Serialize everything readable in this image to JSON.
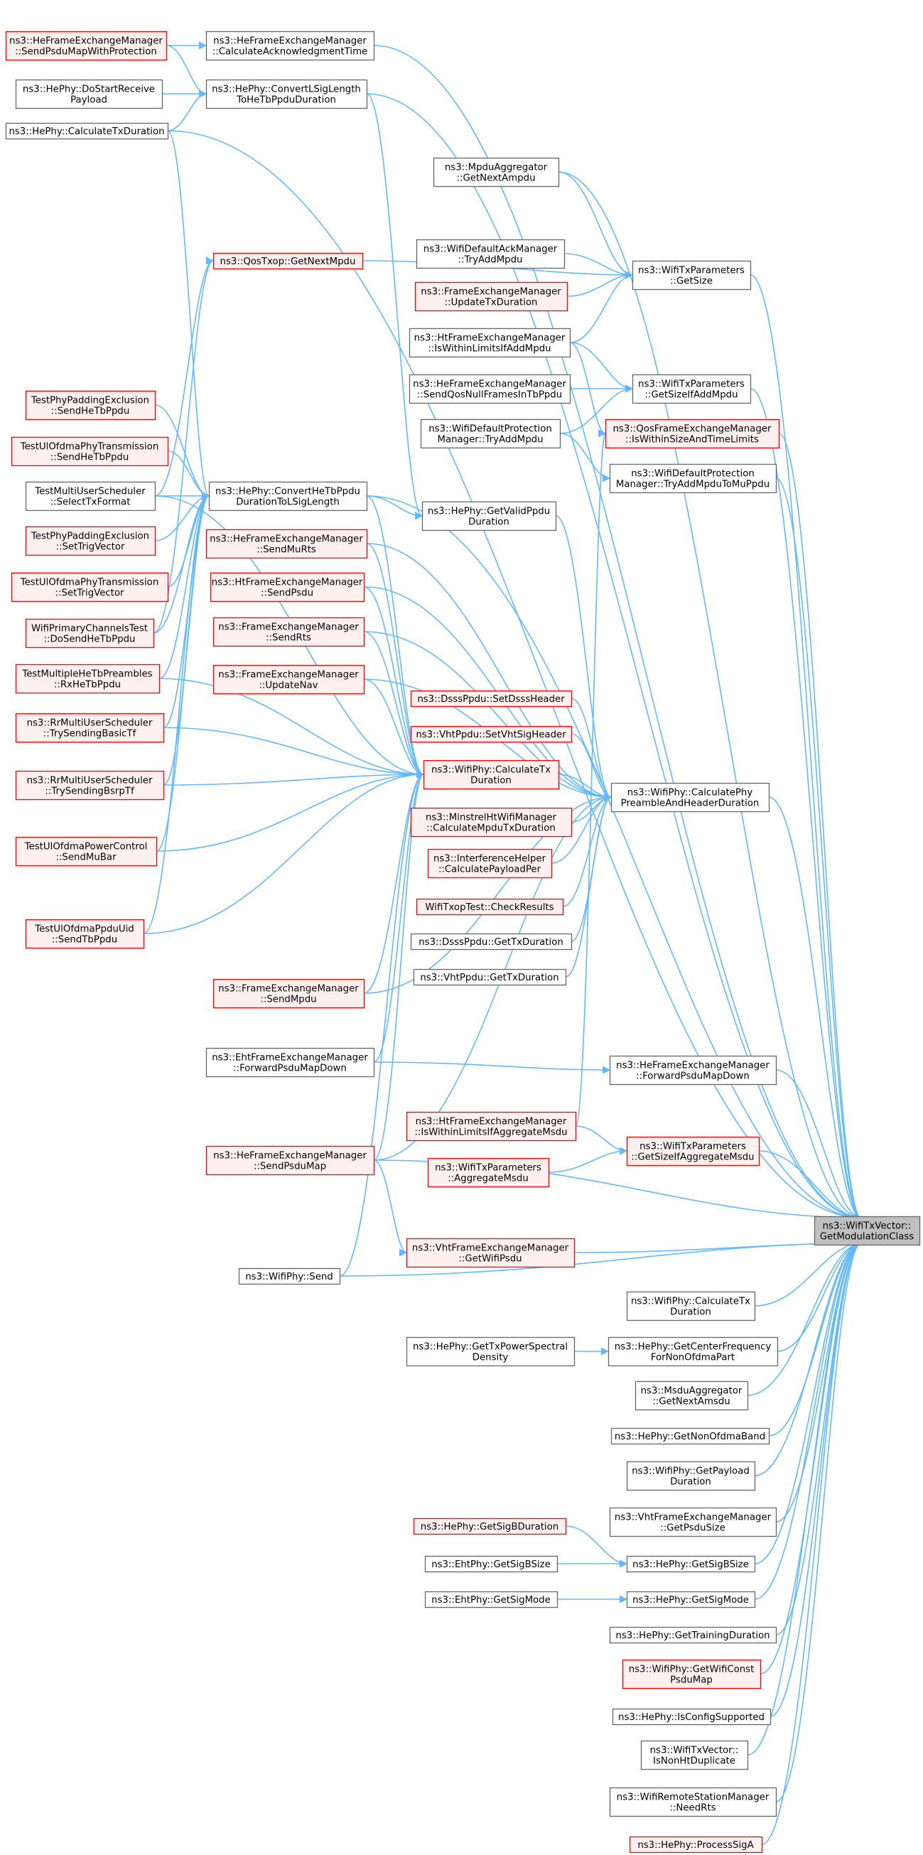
{
  "colors": {
    "edge": "#63b8ff",
    "normal_border": "#666666",
    "normal_fill": "#ffffff",
    "red_border": "#ff0000",
    "red_fill": "#fff0f0",
    "root_border": "#666666",
    "root_fill": "#bfbfbf"
  },
  "diagram": {
    "root": "root",
    "nodes": [
      {
        "id": "root",
        "lines": [
          "ns3::WifiTxVector::",
          "GetModulationClass"
        ],
        "style": "root"
      },
      {
        "id": "hfemSendPsduMapWP",
        "lines": [
          "ns3::HeFrameExchangeManager",
          "::SendPsduMapWithProtection"
        ],
        "style": "red"
      },
      {
        "id": "hfemCalcAck",
        "lines": [
          "ns3::HeFrameExchangeManager",
          "::CalculateAcknowledgmentTime"
        ],
        "style": "normal"
      },
      {
        "id": "hePhyDoStart",
        "lines": [
          "ns3::HePhy::DoStartReceive",
          "Payload"
        ],
        "style": "normal"
      },
      {
        "id": "hePhyConvL",
        "lines": [
          "ns3::HePhy::ConvertLSigLength",
          "ToHeTbPpduDuration"
        ],
        "style": "normal"
      },
      {
        "id": "hePhyCalcTx",
        "lines": [
          "ns3::HePhy::CalculateTxDuration"
        ],
        "style": "normal"
      },
      {
        "id": "mpduAggNext",
        "lines": [
          "ns3::MpduAggregator",
          "::GetNextAmpdu"
        ],
        "style": "normal"
      },
      {
        "id": "qosGetNext",
        "lines": [
          "ns3::QosTxop::GetNextMpdu"
        ],
        "style": "red"
      },
      {
        "id": "wdamTryAdd",
        "lines": [
          "ns3::WifiDefaultAckManager",
          "::TryAddMpdu"
        ],
        "style": "normal"
      },
      {
        "id": "wtpGetSize",
        "lines": [
          "ns3::WifiTxParameters",
          "::GetSize"
        ],
        "style": "normal"
      },
      {
        "id": "femUpdateTx",
        "lines": [
          "ns3::FrameExchangeManager",
          "::UpdateTxDuration"
        ],
        "style": "red"
      },
      {
        "id": "htfemWithin",
        "lines": [
          "ns3::HtFrameExchangeManager",
          "::IsWithinLimitsIfAddMpdu"
        ],
        "style": "normal"
      },
      {
        "id": "hfemSendQos",
        "lines": [
          "ns3::HeFrameExchangeManager",
          "::SendQosNullFramesInTbPpdu"
        ],
        "style": "normal"
      },
      {
        "id": "wtpSizeIfAdd",
        "lines": [
          "ns3::WifiTxParameters",
          "::GetSizeIfAddMpdu"
        ],
        "style": "normal"
      },
      {
        "id": "wdpmTryAdd",
        "lines": [
          "ns3::WifiDefaultProtection",
          "Manager::TryAddMpdu"
        ],
        "style": "normal"
      },
      {
        "id": "qfemWithin",
        "lines": [
          "ns3::QosFrameExchangeManager",
          "::IsWithinSizeAndTimeLimits"
        ],
        "style": "red"
      },
      {
        "id": "wdpmTryAddMu",
        "lines": [
          "ns3::WifiDefaultProtection",
          "Manager::TryAddMpduToMuPpdu"
        ],
        "style": "normal"
      },
      {
        "id": "tppeSendHeTb",
        "lines": [
          "TestPhyPaddingExclusion",
          "::SendHeTbPpdu"
        ],
        "style": "red"
      },
      {
        "id": "tuoptSendHeTb",
        "lines": [
          "TestUlOfdmaPhyTransmission",
          "::SendHeTbPpdu"
        ],
        "style": "red"
      },
      {
        "id": "tmusSelect",
        "lines": [
          "TestMultiUserScheduler",
          "::SelectTxFormat"
        ],
        "style": "normal"
      },
      {
        "id": "hePhyConvHeTb",
        "lines": [
          "ns3::HePhy::ConvertHeTbPpdu",
          "DurationToLSigLength"
        ],
        "style": "normal"
      },
      {
        "id": "hePhyValid",
        "lines": [
          "ns3::HePhy::GetValidPpdu",
          "Duration"
        ],
        "style": "normal"
      },
      {
        "id": "tppeSetTrig",
        "lines": [
          "TestPhyPaddingExclusion",
          "::SetTrigVector"
        ],
        "style": "red"
      },
      {
        "id": "hfemSendMuRts",
        "lines": [
          "ns3::HeFrameExchangeManager",
          "::SendMuRts"
        ],
        "style": "red"
      },
      {
        "id": "tuoptSetTrig",
        "lines": [
          "TestUlOfdmaPhyTransmission",
          "::SetTrigVector"
        ],
        "style": "red"
      },
      {
        "id": "htfemSendPsdu",
        "lines": [
          "ns3::HtFrameExchangeManager",
          "::SendPsdu"
        ],
        "style": "red"
      },
      {
        "id": "wpctDoSend",
        "lines": [
          "WifiPrimaryChannelsTest",
          "::DoSendHeTbPpdu"
        ],
        "style": "red"
      },
      {
        "id": "femSendRts",
        "lines": [
          "ns3::FrameExchangeManager",
          "::SendRts"
        ],
        "style": "red"
      },
      {
        "id": "tmhtpRx",
        "lines": [
          "TestMultipleHeTbPreambles",
          "::RxHeTbPpdu"
        ],
        "style": "red"
      },
      {
        "id": "femUpdateNav",
        "lines": [
          "ns3::FrameExchangeManager",
          "::UpdateNav"
        ],
        "style": "red"
      },
      {
        "id": "dsssSetHeader",
        "lines": [
          "ns3::DsssPpdu::SetDsssHeader"
        ],
        "style": "red"
      },
      {
        "id": "rrTryBasic",
        "lines": [
          "ns3::RrMultiUserScheduler",
          "::TrySendingBasicTf"
        ],
        "style": "red"
      },
      {
        "id": "vhtSetHeader",
        "lines": [
          "ns3::VhtPpdu::SetVhtSigHeader"
        ],
        "style": "red"
      },
      {
        "id": "wifiPhyCalcTx",
        "lines": [
          "ns3::WifiPhy::CalculateTx",
          "Duration"
        ],
        "style": "red"
      },
      {
        "id": "wifiPhyCalcPre",
        "lines": [
          "ns3::WifiPhy::CalculatePhy",
          "PreambleAndHeaderDuration"
        ],
        "style": "normal"
      },
      {
        "id": "rrTryBsrp",
        "lines": [
          "ns3::RrMultiUserScheduler",
          "::TrySendingBsrpTf"
        ],
        "style": "red"
      },
      {
        "id": "minstrelCalc",
        "lines": [
          "ns3::MinstrelHtWifiManager",
          "::CalculateMpduTxDuration"
        ],
        "style": "red"
      },
      {
        "id": "tuopcSendMuBar",
        "lines": [
          "TestUlOfdmaPowerControl",
          "::SendMuBar"
        ],
        "style": "red"
      },
      {
        "id": "ihCalcPayload",
        "lines": [
          "ns3::InterferenceHelper",
          "::CalculatePayloadPer"
        ],
        "style": "red"
      },
      {
        "id": "wttCheck",
        "lines": [
          "WifiTxopTest::CheckResults"
        ],
        "style": "red"
      },
      {
        "id": "tuopuSendTb",
        "lines": [
          "TestUlOfdmaPpduUid",
          "::SendTbPpdu"
        ],
        "style": "red"
      },
      {
        "id": "dsssGetTx",
        "lines": [
          "ns3::DsssPpdu::GetTxDuration"
        ],
        "style": "normal"
      },
      {
        "id": "vhtGetTx",
        "lines": [
          "ns3::VhtPpdu::GetTxDuration"
        ],
        "style": "normal"
      },
      {
        "id": "femSendMpdu",
        "lines": [
          "ns3::FrameExchangeManager",
          "::SendMpdu"
        ],
        "style": "red"
      },
      {
        "id": "ehtFwdDown",
        "lines": [
          "ns3::EhtFrameExchangeManager",
          "::ForwardPsduMapDown"
        ],
        "style": "normal"
      },
      {
        "id": "hfemFwdDown",
        "lines": [
          "ns3::HeFrameExchangeManager",
          "::ForwardPsduMapDown"
        ],
        "style": "normal"
      },
      {
        "id": "htfemWithinAgg",
        "lines": [
          "ns3::HtFrameExchangeManager",
          "::IsWithinLimitsIfAggregateMsdu"
        ],
        "style": "red"
      },
      {
        "id": "wtpSizeIfAgg",
        "lines": [
          "ns3::WifiTxParameters",
          "::GetSizeIfAggregateMsdu"
        ],
        "style": "red"
      },
      {
        "id": "hfemSendPsduMap",
        "lines": [
          "ns3::HeFrameExchangeManager",
          "::SendPsduMap"
        ],
        "style": "red"
      },
      {
        "id": "wtpAggMsdu",
        "lines": [
          "ns3::WifiTxParameters",
          "::AggregateMsdu"
        ],
        "style": "red"
      },
      {
        "id": "vhtfemGetWifiPsdu",
        "lines": [
          "ns3::VhtFrameExchangeManager",
          "::GetWifiPsdu"
        ],
        "style": "red"
      },
      {
        "id": "wifiPhySend",
        "lines": [
          "ns3::WifiPhy::Send"
        ],
        "style": "normal"
      },
      {
        "id": "wifiPhyCalcTx2",
        "lines": [
          "ns3::WifiPhy::CalculateTx",
          "Duration"
        ],
        "style": "normal"
      },
      {
        "id": "hePhyGetTxPsd",
        "lines": [
          "ns3::HePhy::GetTxPowerSpectral",
          "Density"
        ],
        "style": "normal"
      },
      {
        "id": "hePhyGetCenter",
        "lines": [
          "ns3::HePhy::GetCenterFrequency",
          "ForNonOfdmaPart"
        ],
        "style": "normal"
      },
      {
        "id": "msduAggNext",
        "lines": [
          "ns3::MsduAggregator",
          "::GetNextAmsdu"
        ],
        "style": "normal"
      },
      {
        "id": "hePhyNonOfdma",
        "lines": [
          "ns3::HePhy::GetNonOfdmaBand"
        ],
        "style": "normal"
      },
      {
        "id": "wifiPhyPayload",
        "lines": [
          "ns3::WifiPhy::GetPayload",
          "Duration"
        ],
        "style": "normal"
      },
      {
        "id": "vhtfemPsduSize",
        "lines": [
          "ns3::VhtFrameExchangeManager",
          "::GetPsduSize"
        ],
        "style": "normal"
      },
      {
        "id": "hePhySigBDur",
        "lines": [
          "ns3::HePhy::GetSigBDuration"
        ],
        "style": "red"
      },
      {
        "id": "ehtSigBSize",
        "lines": [
          "ns3::EhtPhy::GetSigBSize"
        ],
        "style": "normal"
      },
      {
        "id": "hePhySigBSize",
        "lines": [
          "ns3::HePhy::GetSigBSize"
        ],
        "style": "normal"
      },
      {
        "id": "ehtSigMode",
        "lines": [
          "ns3::EhtPhy::GetSigMode"
        ],
        "style": "normal"
      },
      {
        "id": "hePhySigMode",
        "lines": [
          "ns3::HePhy::GetSigMode"
        ],
        "style": "normal"
      },
      {
        "id": "hePhyTraining",
        "lines": [
          "ns3::HePhy::GetTrainingDuration"
        ],
        "style": "normal"
      },
      {
        "id": "wifiPhyConstPsdu",
        "lines": [
          "ns3::WifiPhy::GetWifiConst",
          "PsduMap"
        ],
        "style": "red"
      },
      {
        "id": "hePhyIsConfig",
        "lines": [
          "ns3::HePhy::IsConfigSupported"
        ],
        "style": "normal"
      },
      {
        "id": "wtvIsNonHt",
        "lines": [
          "ns3::WifiTxVector::",
          "IsNonHtDuplicate"
        ],
        "style": "normal"
      },
      {
        "id": "wrsmNeedRts",
        "lines": [
          "ns3::WifiRemoteStationManager",
          "::NeedRts"
        ],
        "style": "normal"
      },
      {
        "id": "hePhyProcessSigA",
        "lines": [
          "ns3::HePhy::ProcessSigA"
        ],
        "style": "red"
      }
    ]
  }
}
